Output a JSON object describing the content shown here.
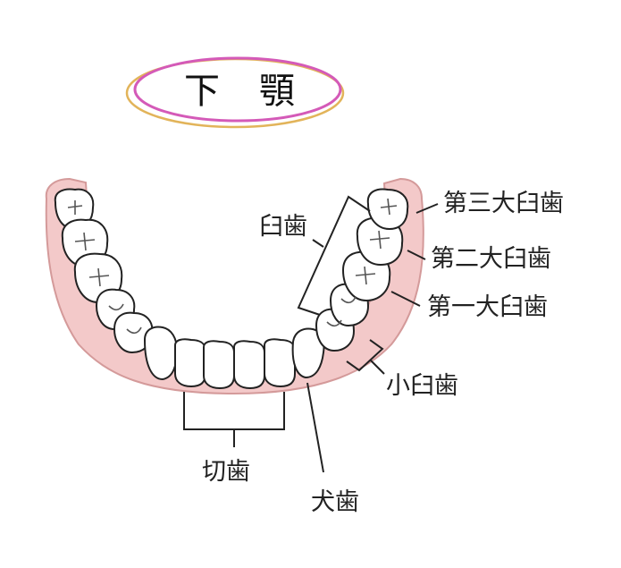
{
  "title": "下　顎",
  "labels": {
    "third_molar": "第三大臼歯",
    "second_molar": "第二大臼歯",
    "first_molar": "第一大臼歯",
    "molars": "臼歯",
    "premolars": "小臼歯",
    "canine": "犬歯",
    "incisors": "切歯"
  },
  "colors": {
    "gum_fill": "#f3c9c9",
    "gum_stroke": "#d49a9a",
    "tooth_stroke": "#222222",
    "ellipse_pink": "#d45ab8",
    "ellipse_orange": "#e2b45a"
  }
}
